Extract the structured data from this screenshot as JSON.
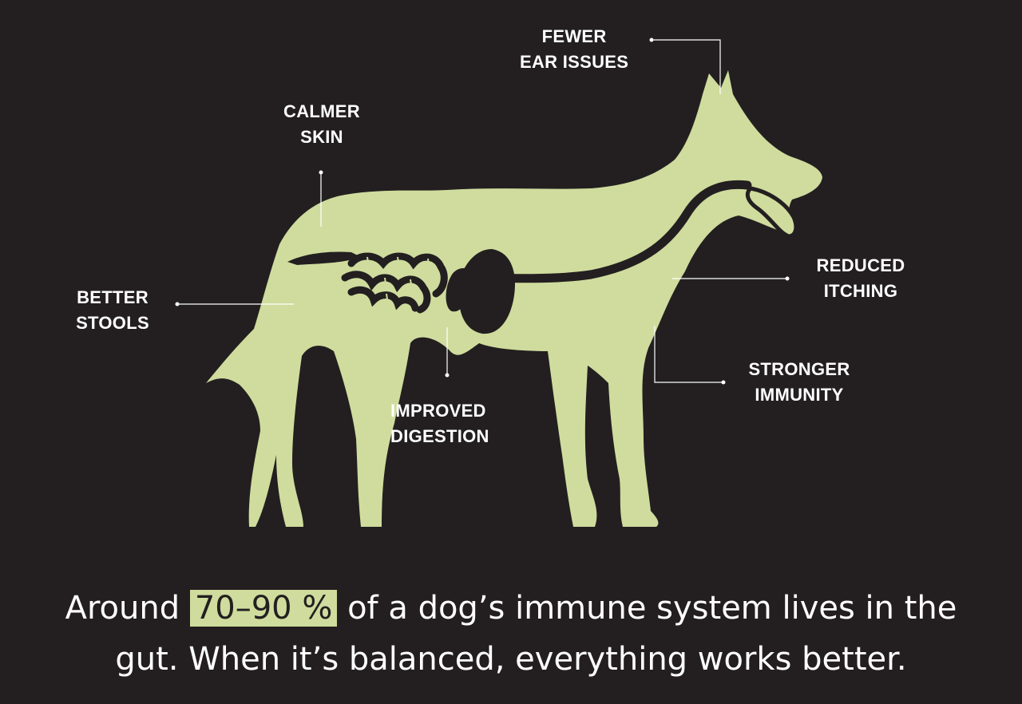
{
  "colors": {
    "background": "#231f20",
    "silhouette": "#cfdc9d",
    "organs": "#231f20",
    "text": "#ffffff",
    "highlight": "#cfdc9d"
  },
  "labels": {
    "ears": [
      "FEWER",
      "EAR ISSUES"
    ],
    "skin": [
      "CALMER",
      "SKIN"
    ],
    "stools": [
      "BETTER",
      "STOOLS"
    ],
    "itching": [
      "REDUCED",
      "ITCHING"
    ],
    "immunity": [
      "STRONGER",
      "IMMUNITY"
    ],
    "digestion": [
      "IMPROVED",
      "DIGESTION"
    ]
  },
  "caption": {
    "before": "Around ",
    "highlight": "70–90 %",
    "after": " of a dog’s immune system lives in the",
    "line2": "gut. When it’s balanced, everything works better."
  }
}
